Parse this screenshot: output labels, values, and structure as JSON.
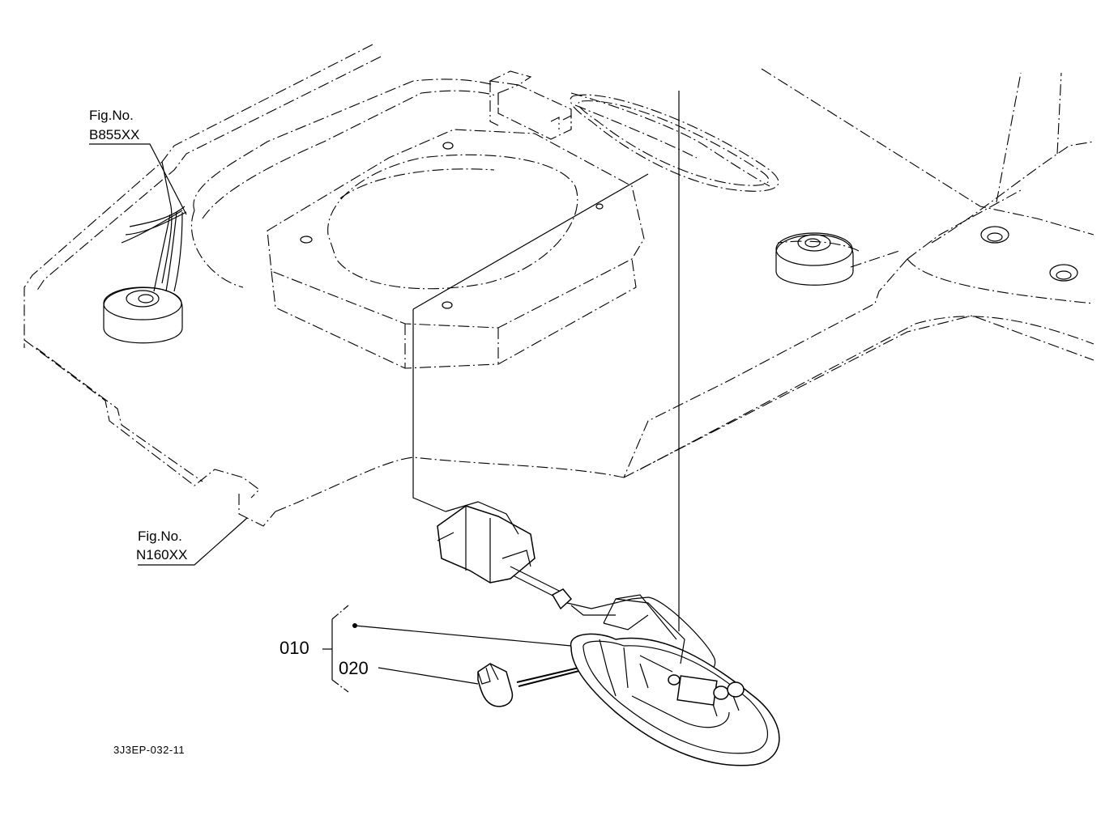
{
  "labels": {
    "fig_ref_1": {
      "line1": "Fig.No.",
      "line2": "B855XX"
    },
    "fig_ref_2": {
      "line1": "Fig.No.",
      "line2": "N160XX"
    },
    "assembly": "010",
    "part_bulb": "020",
    "drawing_code": "3J3EP-032-11"
  }
}
